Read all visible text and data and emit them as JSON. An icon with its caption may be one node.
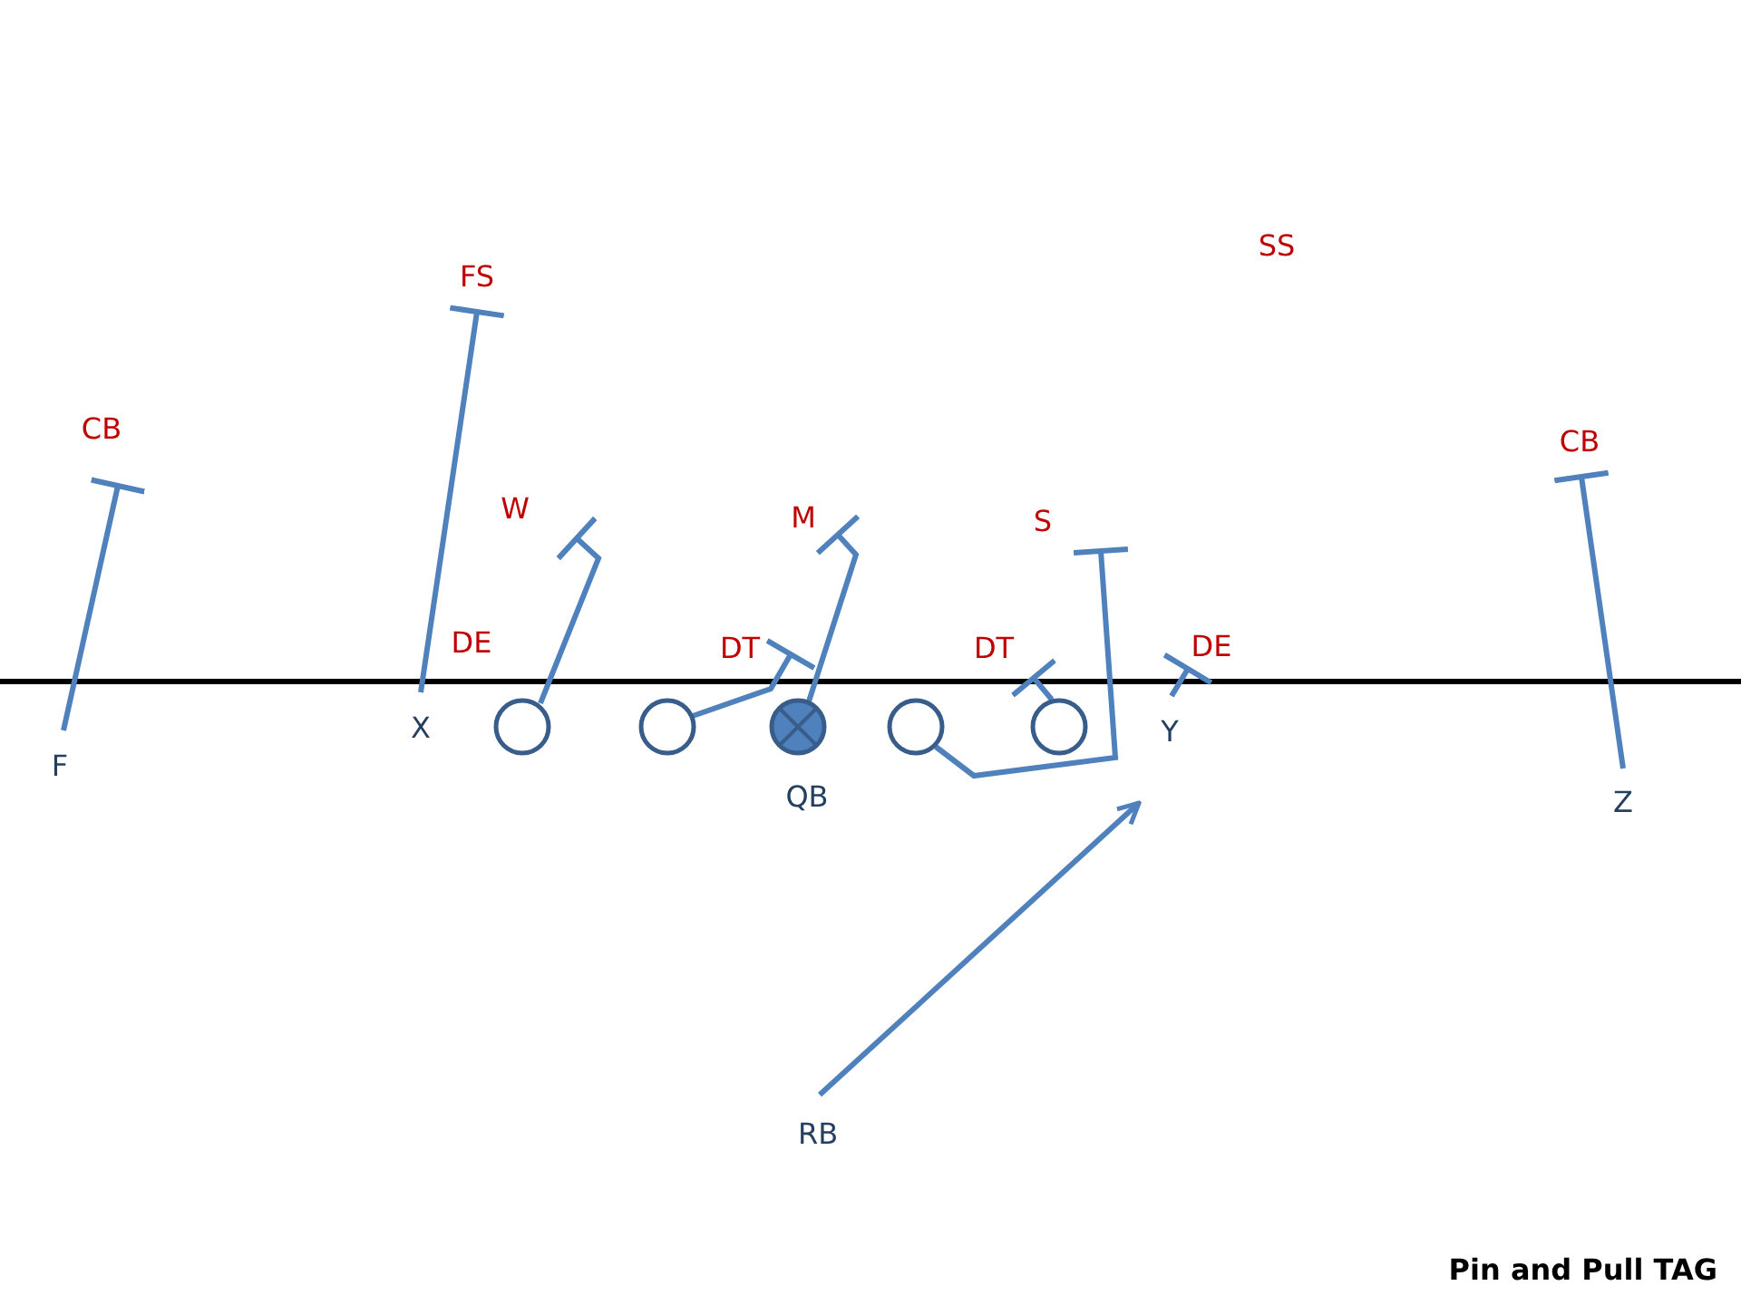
{
  "diagram": {
    "caption": "Pin and Pull TAG",
    "nodes": [
      {
        "text": [
          "F"
        ]
      },
      {
        "text": [
          "X"
        ]
      },
      {
        "text": [],
        "shape": "circle"
      },
      {
        "text": [],
        "shape": "circle"
      },
      {
        "text": [],
        "shape": "circle",
        "beside": [
          "QB"
        ]
      },
      {
        "text": [],
        "shape": "circle"
      },
      {
        "text": [],
        "shape": "circle"
      },
      {
        "text": [
          "Y"
        ]
      },
      {
        "text": [
          "Z"
        ]
      },
      {
        "text": [
          "RB"
        ]
      },
      {
        "text": [
          "CB"
        ]
      },
      {
        "text": [
          "FS"
        ]
      },
      {
        "text": [
          "W"
        ]
      },
      {
        "text": [
          "DE"
        ]
      },
      {
        "text": [
          "M"
        ]
      },
      {
        "text": [
          "DT"
        ]
      },
      {
        "text": [
          "S"
        ]
      },
      {
        "text": [
          "DT"
        ]
      },
      {
        "text": [
          "DE"
        ]
      },
      {
        "text": [
          "SS"
        ]
      },
      {
        "text": [
          "CB"
        ]
      }
    ],
    "edges": [
      {
        "from": 0,
        "to": 10,
        "arrow": "other"
      },
      {
        "from": 1,
        "to": 11,
        "arrow": "other"
      },
      {
        "from": 2,
        "to": 12,
        "arrow": "other"
      },
      {
        "from": 3,
        "to": 15,
        "arrow": "other"
      },
      {
        "from": 4,
        "to": 14,
        "arrow": "other"
      },
      {
        "from": 5,
        "to": 16,
        "arrow": "other"
      },
      {
        "from": 6,
        "to": 17,
        "arrow": "other"
      },
      {
        "from": 7,
        "to": 18,
        "arrow": "other"
      },
      {
        "from": 8,
        "to": 20,
        "arrow": "other"
      },
      {
        "from": 9,
        "to": 7,
        "arrow": "to"
      }
    ]
  }
}
